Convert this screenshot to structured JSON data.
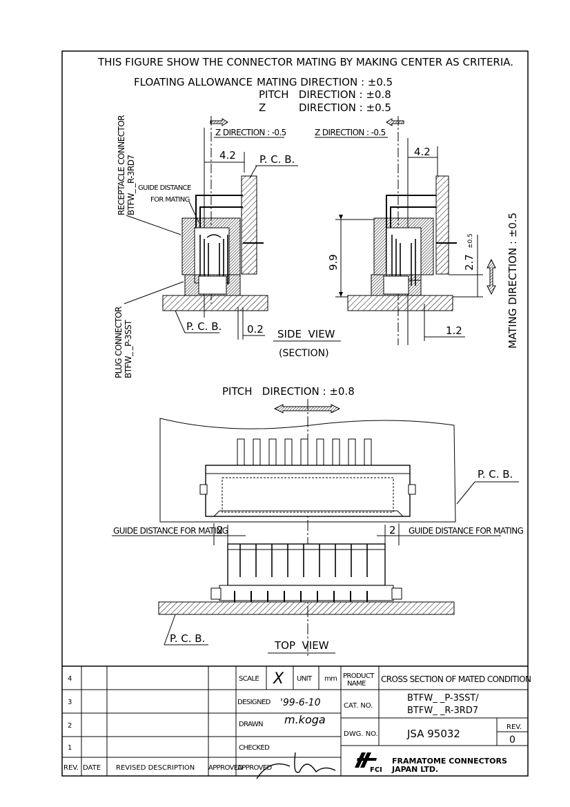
{
  "header": {
    "line1": "THIS FIGURE SHOW THE CONNECTOR MATING BY MAKING CENTER AS CRITERIA.",
    "floating_label": "FLOATING ALLOWANCE",
    "mating_line": "MATING DIRECTION : ±0.5",
    "pitch_line": "PITCH   DIRECTION : ±0.8",
    "z_line": "Z          DIRECTION : ±0.5"
  },
  "side_view": {
    "z_dir_left": "Z DIRECTION : -0.5",
    "z_dir_right": "Z DIRECTION : -0.5",
    "dim_42_left": "4.2",
    "dim_42_right": "4.2",
    "pcb_top": "P. C. B.",
    "receptacle_label": "RECEPTACLE CONNECTOR",
    "receptacle_part": "BTFW_ _R-3RD7",
    "guide_label_1": "GUIDE DISTANCE",
    "guide_label_2": "FOR MATING",
    "plug_label": "PLUG CONNECTOR",
    "plug_part": "BTFW_ _P-3SST",
    "pcb_bottom": "P. C. B.",
    "dim_02": "0.2",
    "dim_12": "1.2",
    "dim_99": "9.9",
    "dim_27": "2.7",
    "dim_27_tol": "±0.5",
    "mating_direction": "MATING DIRECTION : ±0.5",
    "title": "SIDE  VIEW",
    "subtitle": "(SECTION)"
  },
  "top_view": {
    "pitch_direction": "PITCH   DIRECTION : ±0.8",
    "pcb_right": "P. C. B.",
    "guide_left": "GUIDE DISTANCE FOR MATING",
    "guide_right": "GUIDE DISTANCE FOR MATING",
    "guide_left_val": "2",
    "guide_right_val": "2",
    "pcb_bottom": "P. C. B.",
    "title": "TOP  VIEW"
  },
  "title_block": {
    "rev_numbers": [
      "4",
      "3",
      "2",
      "1"
    ],
    "col_rev": "REV.",
    "col_date": "DATE",
    "col_desc": "REVISED DESCRIPTION",
    "col_approved": "APPROVED",
    "scale_label": "SCALE",
    "scale_value": "X",
    "unit_label": "UNIT",
    "unit_value": "mm",
    "designed_label": "DESIGNED",
    "designed_value": "'99-6-10",
    "drawn_label": "DRAWN",
    "drawn_value": "m.koga",
    "checked_label": "CHECKED",
    "approved_label": "APPROVED",
    "product_name_label_1": "PRODUCT",
    "product_name_label_2": "NAME",
    "product_name": "CROSS SECTION OF MATED CONDITION",
    "cat_no_label": "CAT. NO.",
    "cat_no_1": "BTFW_ _P-3SST/",
    "cat_no_2": "BTFW_ _R-3RD7",
    "dwg_no_label": "DWG. NO.",
    "dwg_no": "JSA 95032",
    "rev_label": "REV.",
    "rev_value": "0",
    "company_1": "FRAMATOME CONNECTORS",
    "company_2": "JAPAN LTD.",
    "logo_text": "FCI"
  }
}
